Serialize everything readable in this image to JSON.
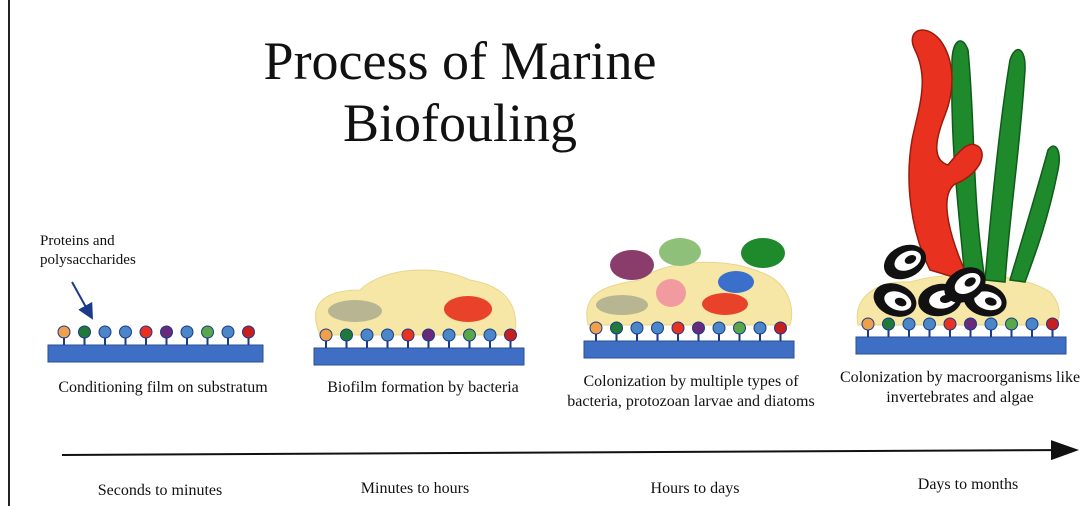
{
  "title": "Process of Marine Biofouling",
  "annotation": "Proteins and polysaccharides",
  "stages": [
    {
      "description": "Conditioning film on substratum",
      "time": "Seconds to minutes"
    },
    {
      "description": "Biofilm formation by bacteria",
      "time": "Minutes to hours"
    },
    {
      "description": "Colonization by  multiple types of bacteria, protozoan larvae and diatoms",
      "time": "Hours to days"
    },
    {
      "description": "Colonization by  macroorganisms like invertebrates and algae",
      "time": "Days to months"
    }
  ],
  "colors": {
    "substrate": "#3f6fc4",
    "biofilm": "#f6e7a6",
    "arrow": "#111111",
    "algae_red": "#e8321f",
    "algae_green": "#1f8a2c"
  }
}
